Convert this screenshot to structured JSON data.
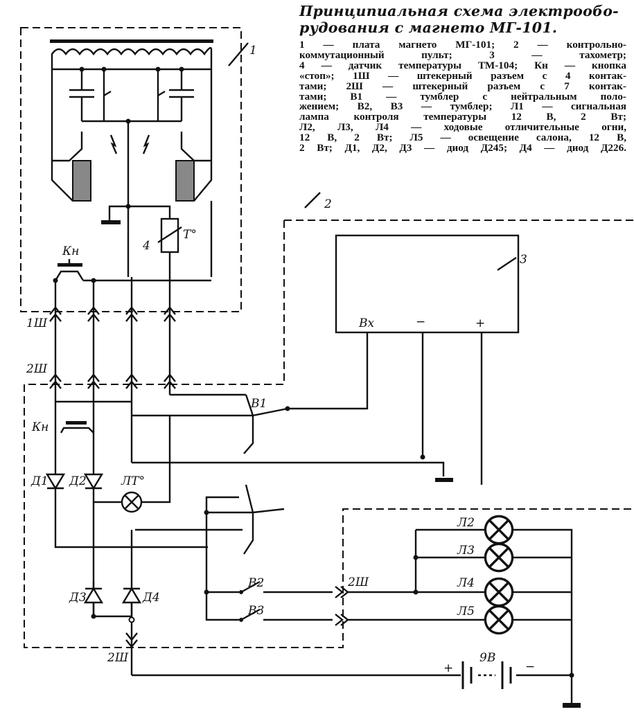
{
  "caption": {
    "title_lines": [
      "Принципиальная схема электрообо-",
      "рудования с магнето МГ-101."
    ],
    "lines": [
      "1 — плата магнето МГ-101; 2 — контрольно-",
      "коммутационный пульт; 3 — тахометр;",
      "4 — датчик температуры ТМ-104; Кн — кнопка",
      "«стоп»; 1Ш — штекерный разъем с 4 контак-",
      "тами; 2Ш — штекерный разъем с 7 контак-",
      "тами; В1 — тумблер с нейтральным поло-",
      "жением; В2, В3 — тумблер; Л1 — сигнальная",
      "лампа контроля температуры 12 В, 2 Вт;",
      "Л2, Л3, Л4 — ходовые отличительные огни,",
      "12 В, 2 Вт; Л5 — освещение салона, 12 В,",
      "2 Вт; Д1, Д2, Д3 — диод Д245; Д4 — диод Д226."
    ]
  },
  "diagram": {
    "labels": {
      "block1": "1",
      "block2": "2",
      "block3": "3",
      "sensor4": "4",
      "sensor_temp": "T°",
      "button_top": "Кн",
      "button_mid": "Кн",
      "conn_1sh": "1Ш",
      "conn_2sh_top": "2Ш",
      "conn_2sh_right": "2Ш",
      "conn_2sh_bottom": "2Ш",
      "tacho_input": "Вх",
      "tacho_minus": "−",
      "tacho_plus": "+",
      "switch_b1": "В1",
      "switch_b2": "В2",
      "switch_b3": "В3",
      "diode_d1": "Д1",
      "diode_d2": "Д2",
      "diode_d3": "Д3",
      "diode_d4": "Д4",
      "lamp_lt": "ЛТ°",
      "lamp_l2": "Л2",
      "lamp_l3": "Л3",
      "lamp_l4": "Л4",
      "lamp_l5": "Л5",
      "battery_plus": "+",
      "battery_minus": "−",
      "battery_voltage": "9В"
    }
  }
}
